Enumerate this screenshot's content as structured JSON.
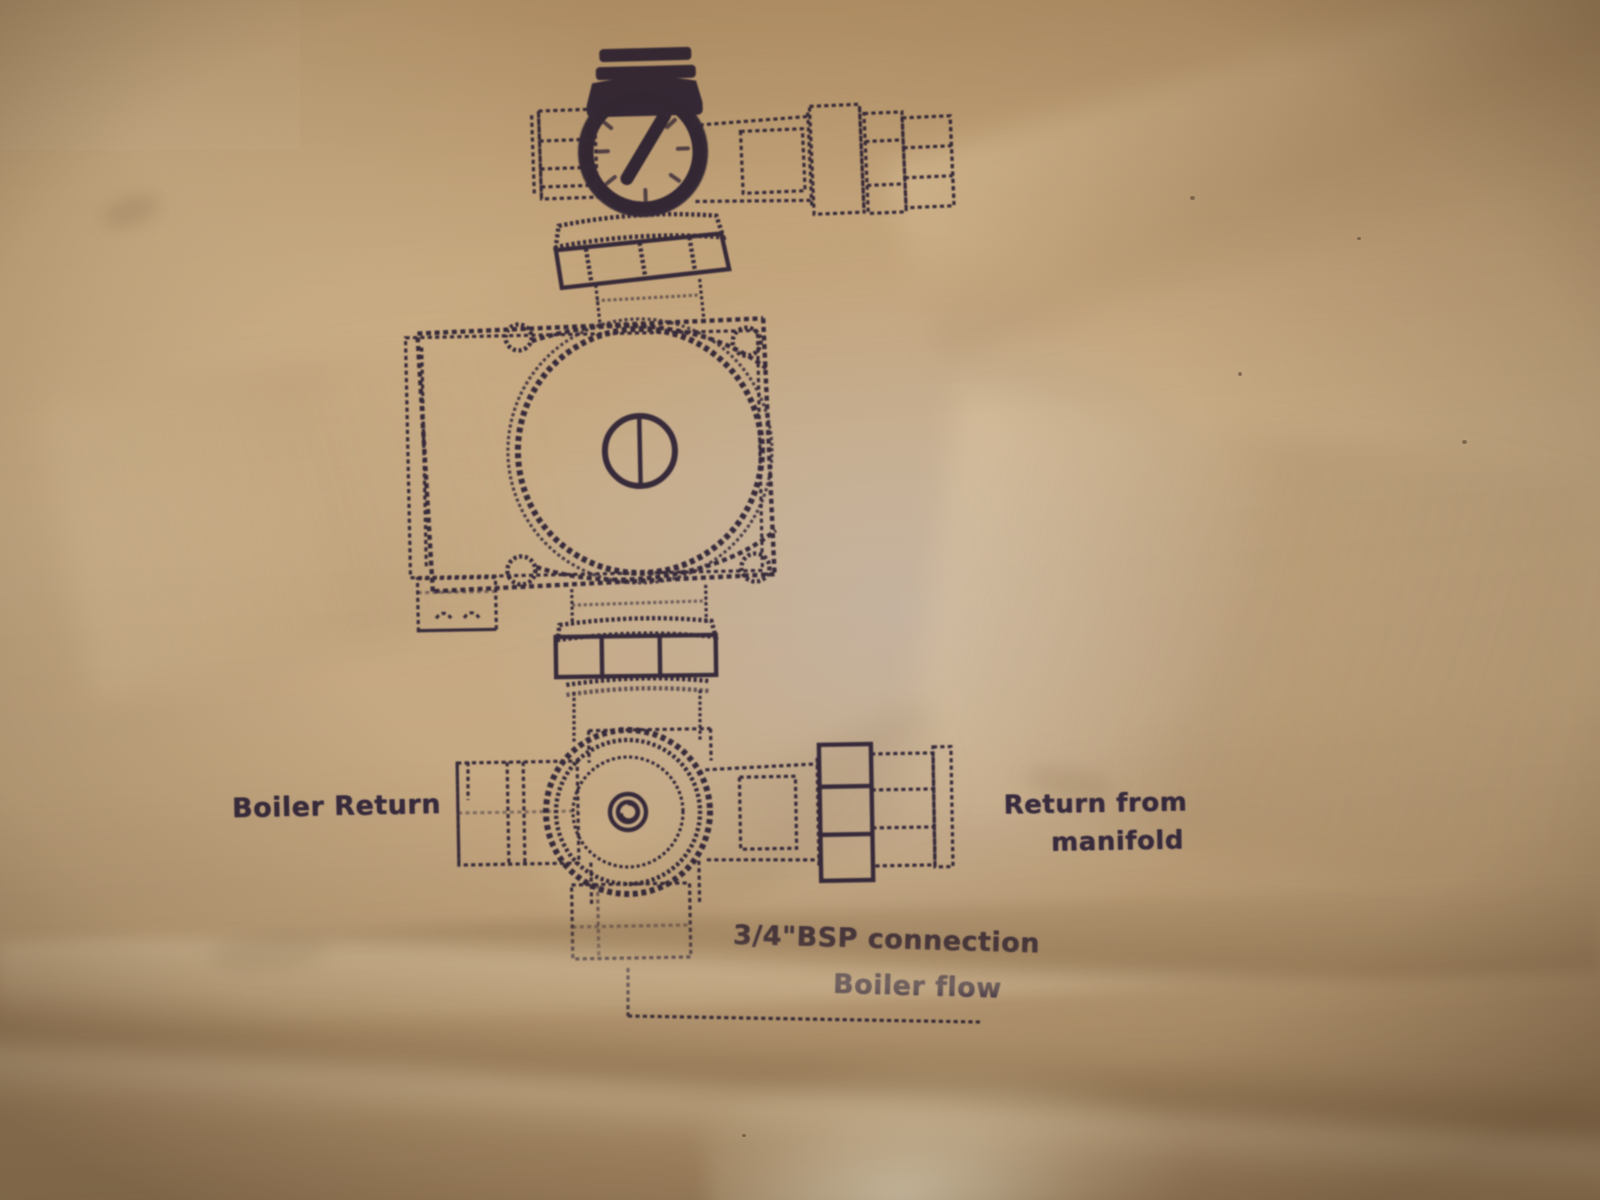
{
  "document": {
    "kind": "installation-diagram-photograph",
    "medium": "dot-matrix print on creased beige paper",
    "subject": "Central heating circulating pump / pump station assembly"
  },
  "palette": {
    "paper": "#cdb189",
    "paper_highlight": "#e6cfa6",
    "paper_shadow": "#8d6f4a",
    "ink": "#2c2036",
    "ink_dark": "#241a2d"
  },
  "labels": {
    "boiler_return": "Boiler Return",
    "return_from_manifold_line1": "Return from",
    "return_from_manifold_line2": "manifold",
    "bsp_connection": "3/4\"BSP connection",
    "boiler_flow": "Boiler flow"
  },
  "components": [
    {
      "id": "air-vent-cap",
      "name": "Automatic air vent cap",
      "position": "top-centre"
    },
    {
      "id": "pressure-gauge",
      "name": "Pressure / temperature gauge",
      "position": "top-centre",
      "detail": "dark bezel dial with diagonal needle"
    },
    {
      "id": "gauge-left-stub",
      "name": "Left pipe stub fitting",
      "position": "top-left"
    },
    {
      "id": "top-pipe-run",
      "name": "Upper horizontal pipe run",
      "position": "top-right"
    },
    {
      "id": "top-union-nut",
      "name": "Upper union nut",
      "position": "top-right"
    },
    {
      "id": "top-hex-nut",
      "name": "Hexagonal union nut",
      "position": "upper-centre"
    },
    {
      "id": "pump-motor-body",
      "name": "Pump motor housing",
      "position": "centre"
    },
    {
      "id": "pump-volute",
      "name": "Pump volute / circular casing",
      "position": "centre"
    },
    {
      "id": "bleed-screw",
      "name": "Central slotted bleed screw",
      "position": "centre"
    },
    {
      "id": "terminal-box",
      "name": "Electrical terminal / cable gland box",
      "position": "centre-left"
    },
    {
      "id": "lower-union-nut",
      "name": "Lower union nut below pump",
      "position": "centre-bottom"
    },
    {
      "id": "four-way-valve",
      "name": "Four-way valve body",
      "position": "bottom-centre"
    },
    {
      "id": "valve-left-port",
      "name": "Left valve port (boiler return)",
      "position": "bottom-left"
    },
    {
      "id": "valve-right-port",
      "name": "Right valve port (return from manifold)",
      "position": "bottom-right"
    },
    {
      "id": "valve-bottom-port",
      "name": "Bottom valve port (boiler flow)",
      "position": "bottom-centre"
    },
    {
      "id": "leader-bracket",
      "name": "Leader bracket line to boiler flow port",
      "position": "bottom"
    }
  ],
  "annotations": {
    "connection_size": "3/4\"",
    "thread_standard": "BSP"
  }
}
